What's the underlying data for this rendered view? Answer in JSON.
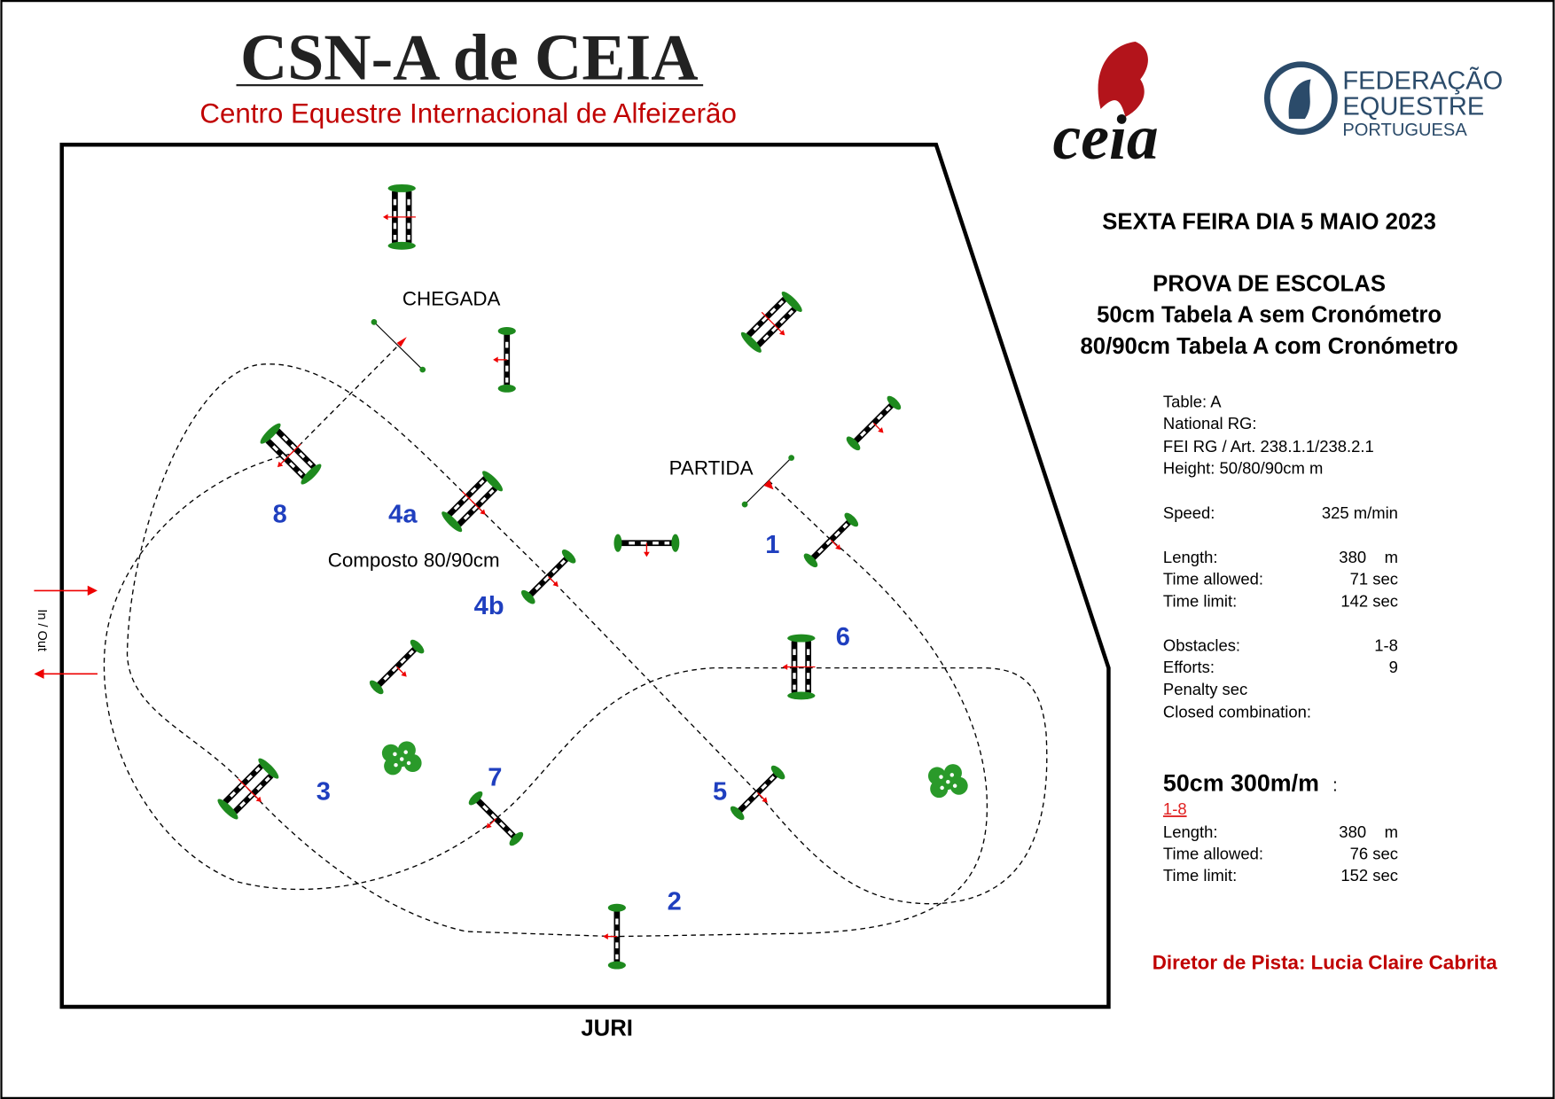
{
  "header": {
    "title": "CSN-A de CEIA",
    "subtitle": "Centro Equestre Internacional de Alfeizerão",
    "logo_ceia": "ceia",
    "logo_fep": [
      "FEDERAÇÃO",
      "EQUESTRE",
      "PORTUGUESA"
    ]
  },
  "event": {
    "date": "SEXTA FEIRA DIA 5 MAIO 2023",
    "class_name": "PROVA DE ESCOLAS",
    "line1": "50cm Tabela A sem Cronómetro",
    "line2": "80/90cm Tabela A com Cronómetro"
  },
  "specs": {
    "table": "Table: A",
    "national_rg": "National RG:",
    "fei_rg": "FEI RG / Art. 238.1.1/238.2.1",
    "height": "Height: 50/80/90cm  m",
    "speed_label": "Speed:",
    "speed_value": "325  m/min",
    "length_label": "Length:",
    "length_value": "380    m",
    "time_allowed_label": "Time allowed:",
    "time_allowed_value": "71  sec",
    "time_limit_label": "Time limit:",
    "time_limit_value": "142  sec",
    "obstacles_label": "Obstacles:",
    "obstacles_value": "1-8",
    "efforts_label": "Efforts:",
    "efforts_value": "9",
    "penalty": "Penalty sec",
    "closed": "Closed combination:"
  },
  "specs50": {
    "title": "50cm 300m/m",
    "colon": ":",
    "obstacles": "1-8",
    "length_label": "Length:",
    "length_value": "380    m",
    "time_allowed_label": "Time allowed:",
    "time_allowed_value": "76  sec",
    "time_limit_label": "Time limit:",
    "time_limit_value": "152  sec"
  },
  "designer": "Diretor de Pista: Lucia Claire Cabrita",
  "arena": {
    "finish": "CHEGADA",
    "start": "PARTIDA",
    "combination": "Composto 80/90cm",
    "in_out": "In / Out",
    "jury": "JURI",
    "numbers": [
      "1",
      "2",
      "3",
      "4a",
      "4b",
      "5",
      "6",
      "7",
      "8"
    ]
  },
  "colors": {
    "accent_red": "#c00000",
    "number_blue": "#1f3fbf",
    "green": "#1e8a1e"
  }
}
